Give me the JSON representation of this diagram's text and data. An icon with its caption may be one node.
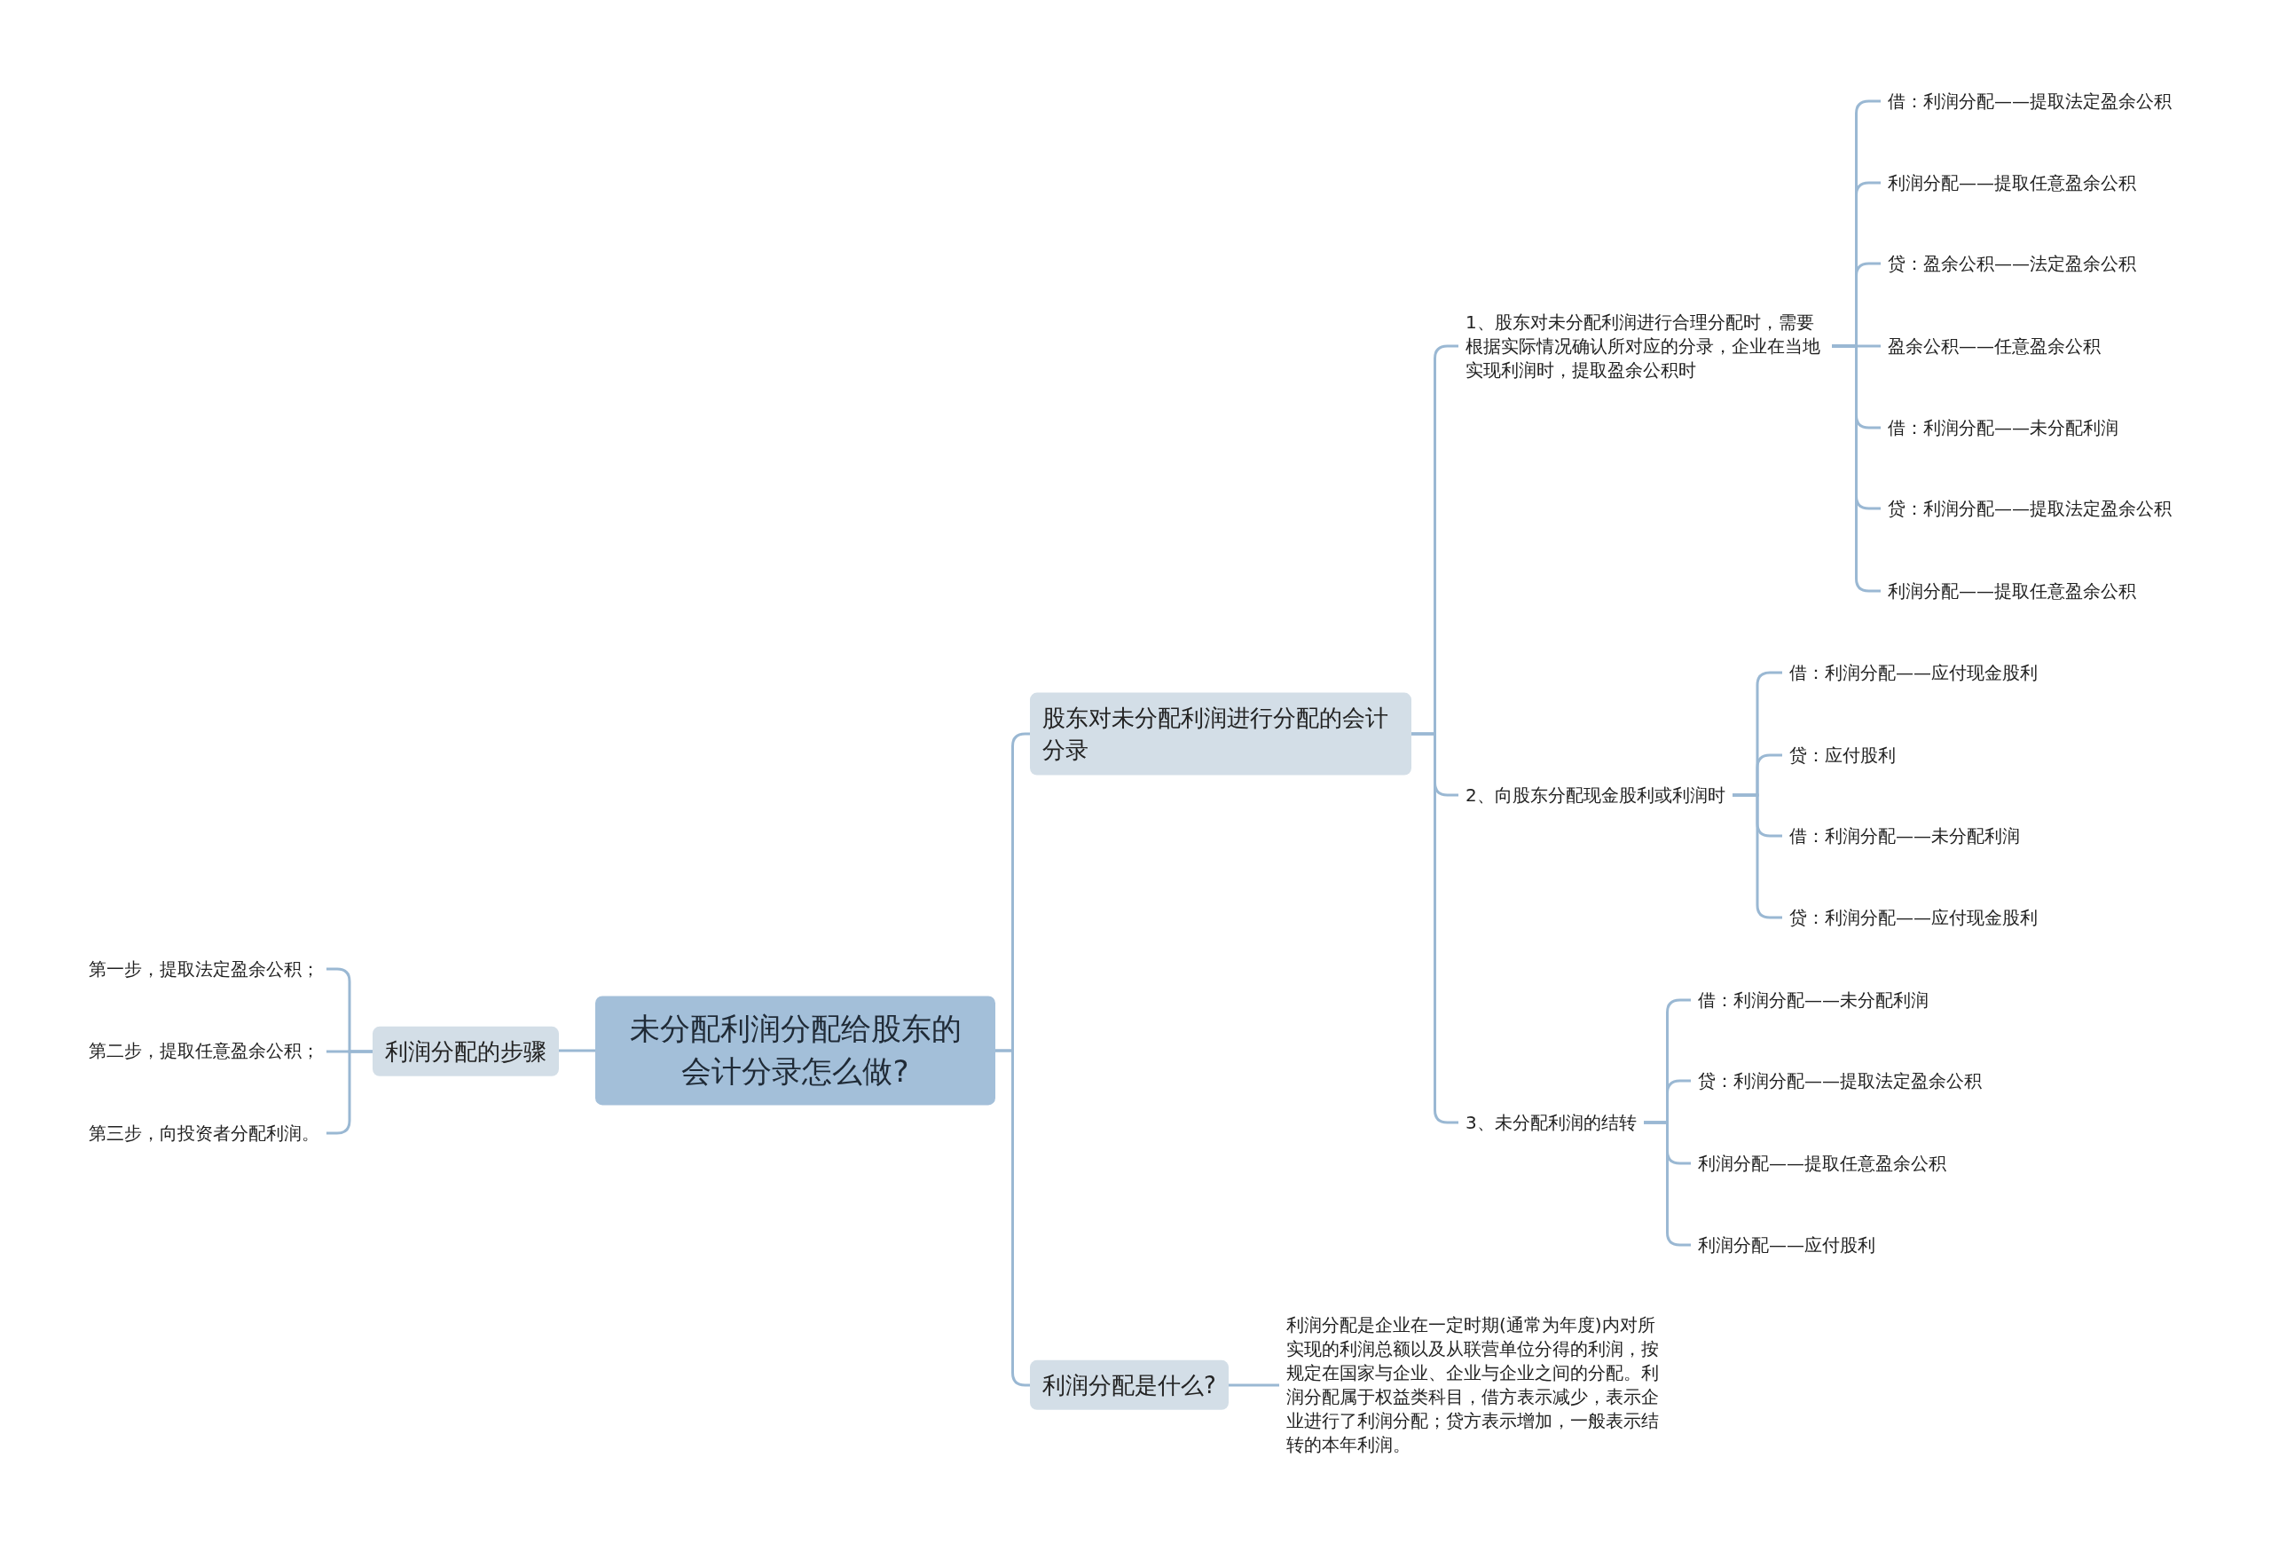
{
  "diagram": {
    "nodes": [
      {
        "text": [
          "未分配利润分配给股东的会计分录怎么做?"
        ]
      },
      {
        "text": [
          "利润分配的步骤"
        ]
      },
      {
        "text": [
          "第一步，提取法定盈余公积；"
        ]
      },
      {
        "text": [
          "第二步，提取任意盈余公积；"
        ]
      },
      {
        "text": [
          "第三步，向投资者分配利润。"
        ]
      },
      {
        "text": [
          "股东对未分配利润进行分配的会计分录"
        ]
      },
      {
        "text": [
          "1、股东对未分配利润进行合理分配时，需要根据实际情况确认所对应的分录，企业在当地实现利润时，提取盈余公积时"
        ]
      },
      {
        "text": [
          "借：利润分配——提取法定盈余公积"
        ]
      },
      {
        "text": [
          "利润分配——提取任意盈余公积"
        ]
      },
      {
        "text": [
          "贷：盈余公积——法定盈余公积"
        ]
      },
      {
        "text": [
          "盈余公积——任意盈余公积"
        ]
      },
      {
        "text": [
          "借：利润分配——未分配利润"
        ]
      },
      {
        "text": [
          "贷：利润分配——提取法定盈余公积"
        ]
      },
      {
        "text": [
          "利润分配——提取任意盈余公积"
        ]
      },
      {
        "text": [
          "2、向股东分配现金股利或利润时"
        ]
      },
      {
        "text": [
          "借：利润分配——应付现金股利"
        ]
      },
      {
        "text": [
          "贷：应付股利"
        ]
      },
      {
        "text": [
          "借：利润分配——未分配利润"
        ]
      },
      {
        "text": [
          "贷：利润分配——应付现金股利"
        ]
      },
      {
        "text": [
          "3、未分配利润的结转"
        ]
      },
      {
        "text": [
          "借：利润分配——未分配利润"
        ]
      },
      {
        "text": [
          "贷：利润分配——提取法定盈余公积"
        ]
      },
      {
        "text": [
          "利润分配——提取任意盈余公积"
        ]
      },
      {
        "text": [
          "利润分配——应付股利"
        ]
      },
      {
        "text": [
          "利润分配是什么?"
        ]
      },
      {
        "text": [
          "利润分配是企业在一定时期(通常为年度)内对所实现的利润总额以及从联营单位分得的利润，按规定在国家与企业、企业与企业之间的分配。利润分配属于权益类科目，借方表示减少，表示企业进行了利润分配；贷方表示增加，一般表示结转的本年利润。"
        ]
      }
    ],
    "edges": [
      {
        "from": 0,
        "to": 1,
        "arrow": "none"
      },
      {
        "from": 1,
        "to": 2,
        "arrow": "none"
      },
      {
        "from": 1,
        "to": 3,
        "arrow": "none"
      },
      {
        "from": 1,
        "to": 4,
        "arrow": "none"
      },
      {
        "from": 0,
        "to": 5,
        "arrow": "none"
      },
      {
        "from": 0,
        "to": 24,
        "arrow": "none"
      },
      {
        "from": 5,
        "to": 6,
        "arrow": "none"
      },
      {
        "from": 5,
        "to": 14,
        "arrow": "none"
      },
      {
        "from": 5,
        "to": 19,
        "arrow": "none"
      },
      {
        "from": 6,
        "to": 7,
        "arrow": "none"
      },
      {
        "from": 6,
        "to": 8,
        "arrow": "none"
      },
      {
        "from": 6,
        "to": 9,
        "arrow": "none"
      },
      {
        "from": 6,
        "to": 10,
        "arrow": "none"
      },
      {
        "from": 6,
        "to": 11,
        "arrow": "none"
      },
      {
        "from": 6,
        "to": 12,
        "arrow": "none"
      },
      {
        "from": 6,
        "to": 13,
        "arrow": "none"
      },
      {
        "from": 14,
        "to": 15,
        "arrow": "none"
      },
      {
        "from": 14,
        "to": 16,
        "arrow": "none"
      },
      {
        "from": 14,
        "to": 17,
        "arrow": "none"
      },
      {
        "from": 14,
        "to": 18,
        "arrow": "none"
      },
      {
        "from": 19,
        "to": 20,
        "arrow": "none"
      },
      {
        "from": 19,
        "to": 21,
        "arrow": "none"
      },
      {
        "from": 19,
        "to": 22,
        "arrow": "none"
      },
      {
        "from": 19,
        "to": 23,
        "arrow": "none"
      },
      {
        "from": 24,
        "to": 25,
        "arrow": "none"
      }
    ]
  }
}
